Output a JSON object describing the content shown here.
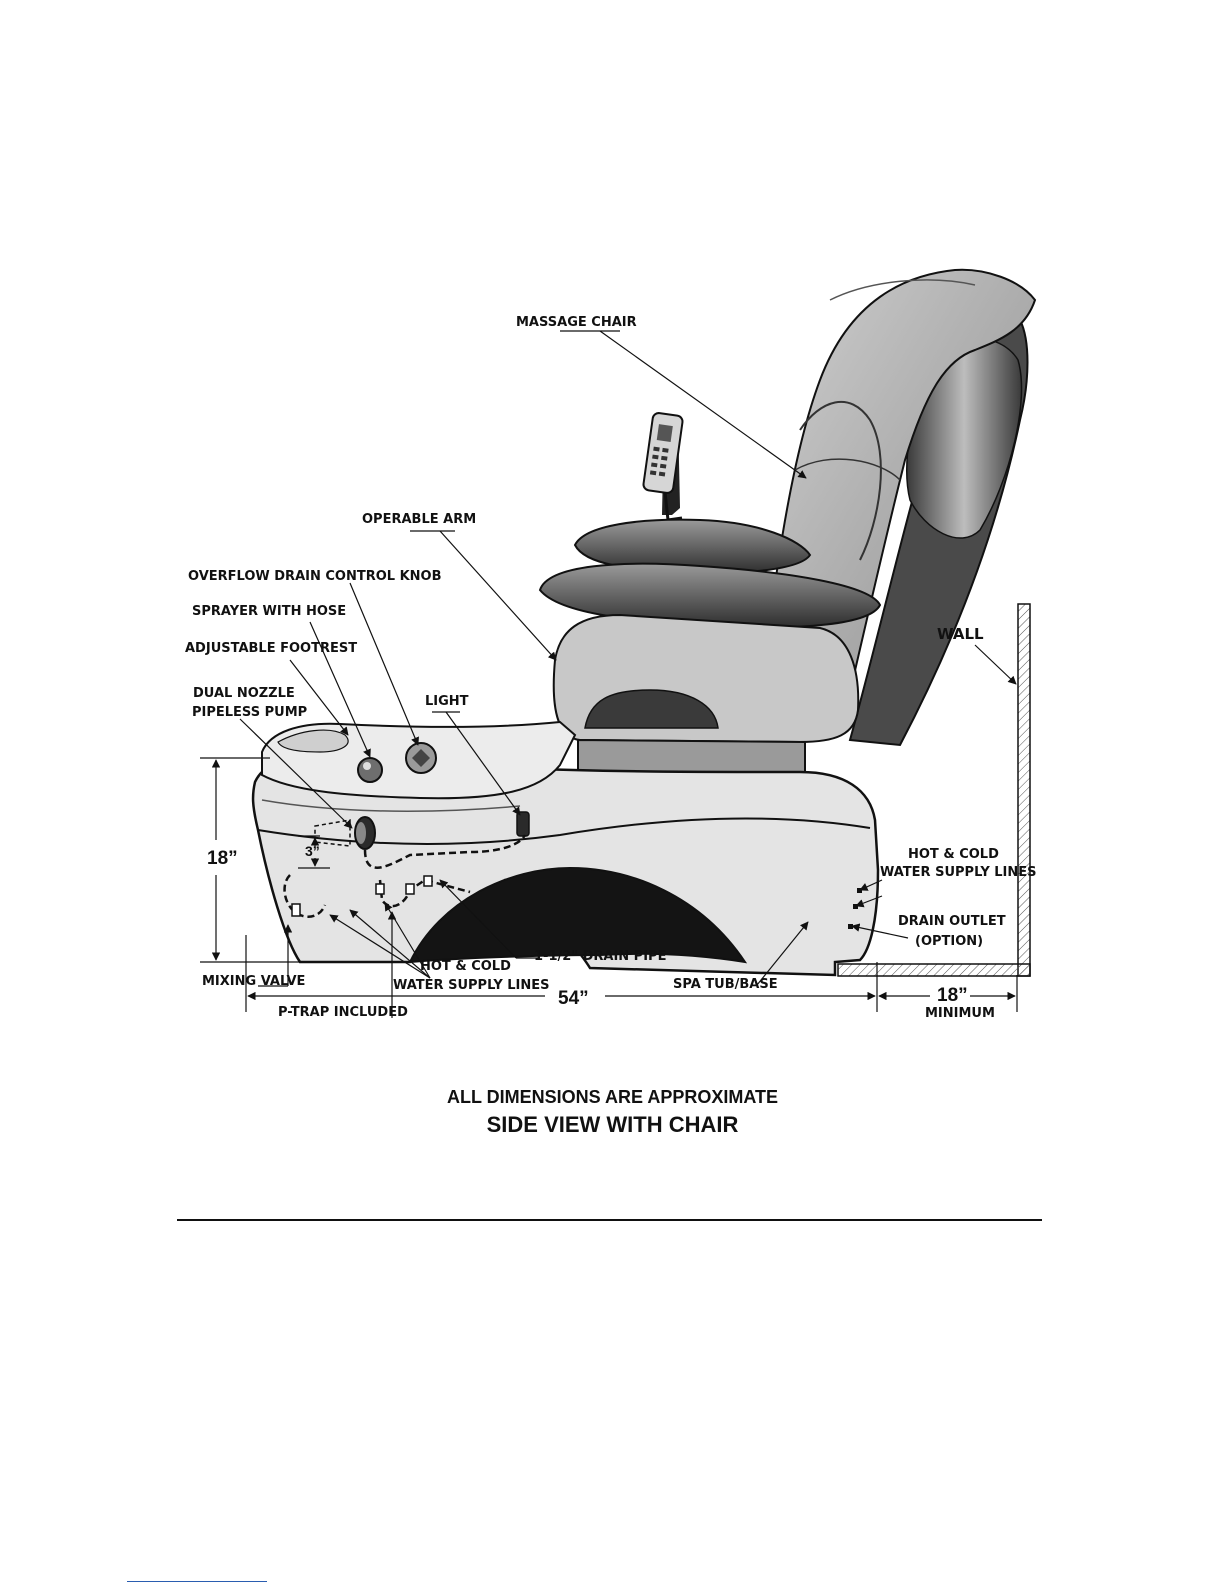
{
  "labels": {
    "massage_chair": "MASSAGE CHAIR",
    "operable_arm": "OPERABLE ARM",
    "overflow_knob": "OVERFLOW DRAIN CONTROL KNOB",
    "sprayer": "SPRAYER WITH HOSE",
    "footrest": "ADJUSTABLE FOOTREST",
    "pump_line1": "DUAL NOZZLE",
    "pump_line2": "PIPELESS PUMP",
    "light": "LIGHT",
    "wall": "WALL",
    "hot_cold_right_line1": "HOT & COLD",
    "hot_cold_right_line2": "WATER SUPPLY LINES",
    "drain_outlet_line1": "DRAIN OUTLET",
    "drain_outlet_line2": "(OPTION)",
    "drain_pipe": "1-1/2\" DRAIN PIPE",
    "hot_cold_bottom_line1": "HOT & COLD",
    "hot_cold_bottom_line2": "WATER SUPPLY LINES",
    "mixing_valve": "MIXING VALVE",
    "p_trap": "P-TRAP INCLUDED",
    "spa_tub": "SPA TUB/BASE",
    "minimum": "MINIMUM"
  },
  "dimensions": {
    "height": "18”",
    "pump_offset": "3”",
    "length": "54”",
    "wall_clearance": "18”"
  },
  "caption": {
    "line1": "ALL DIMENSIONS ARE APPROXIMATE",
    "line2": "SIDE VIEW WITH CHAIR"
  }
}
